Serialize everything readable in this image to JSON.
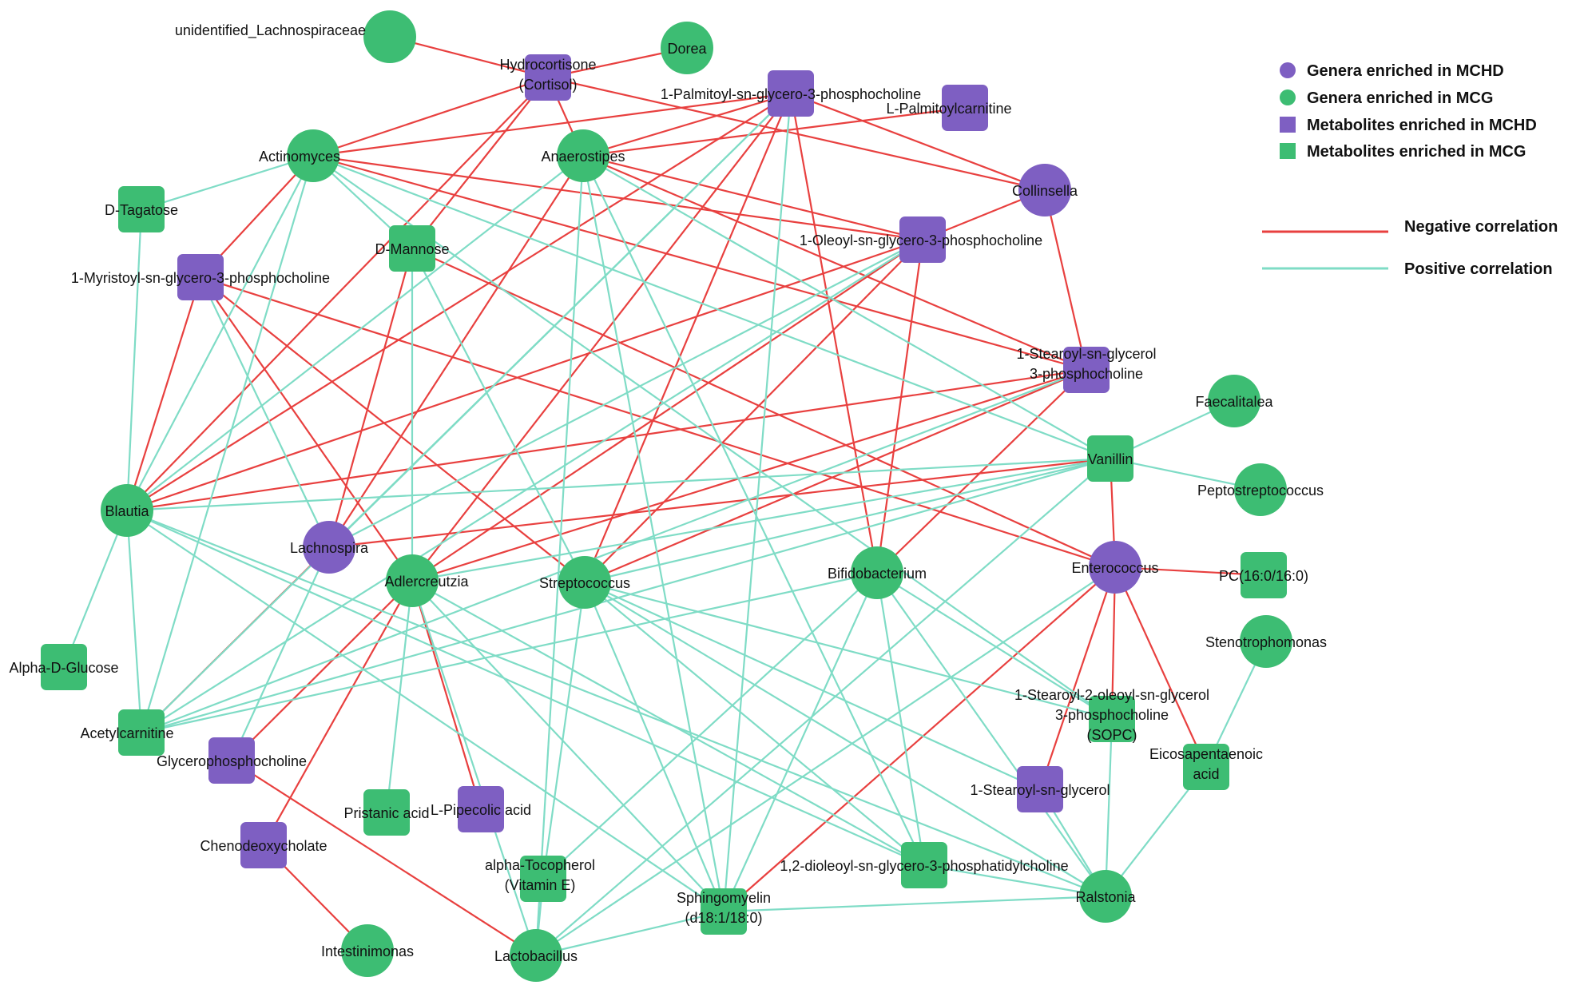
{
  "colors": {
    "genus_mchd": "#7e5fc2",
    "genus_mcg": "#3dbd73",
    "metab_mchd": "#7e5fc2",
    "metab_mcg": "#3dbd73",
    "negative": "#e8403f",
    "positive": "#7fdcc6",
    "background": "#ffffff"
  },
  "legend": {
    "genus_mchd": "Genera enriched in MCHD",
    "genus_mcg": "Genera enriched in MCG",
    "metab_mchd": "Metabolites enriched in MCHD",
    "metab_mcg": "Metabolites enriched in MCG",
    "negative": "Negative correlation",
    "positive": "Positive correlation"
  },
  "nodes": [
    {
      "id": "unident",
      "label": [
        "unidentified_Lachnospiraceae"
      ],
      "kind": "genus",
      "group": "mcg"
    },
    {
      "id": "dorea",
      "label": [
        "Dorea"
      ],
      "kind": "genus",
      "group": "mcg"
    },
    {
      "id": "cortisol",
      "label": [
        "Hydrocortisone",
        "(Cortisol)"
      ],
      "kind": "metabolite",
      "group": "mchd"
    },
    {
      "id": "palmpc",
      "label": [
        "1-Palmitoyl-sn-glycero-3-phosphocholine"
      ],
      "kind": "metabolite",
      "group": "mchd"
    },
    {
      "id": "lpalm",
      "label": [
        "L-Palmitoylcarnitine"
      ],
      "kind": "metabolite",
      "group": "mchd"
    },
    {
      "id": "actino",
      "label": [
        "Actinomyces"
      ],
      "kind": "genus",
      "group": "mcg"
    },
    {
      "id": "anaero",
      "label": [
        "Anaerostipes"
      ],
      "kind": "genus",
      "group": "mcg"
    },
    {
      "id": "collin",
      "label": [
        "Collinsella"
      ],
      "kind": "genus",
      "group": "mchd"
    },
    {
      "id": "dtag",
      "label": [
        "D-Tagatose"
      ],
      "kind": "metabolite",
      "group": "mcg"
    },
    {
      "id": "dman",
      "label": [
        "D-Mannose"
      ],
      "kind": "metabolite",
      "group": "mcg"
    },
    {
      "id": "oleopc",
      "label": [
        "1-Oleoyl-sn-glycero-3-phosphocholine"
      ],
      "kind": "metabolite",
      "group": "mchd"
    },
    {
      "id": "myripc",
      "label": [
        "1-Myristoyl-sn-glycero-3-phosphocholine"
      ],
      "kind": "metabolite",
      "group": "mchd"
    },
    {
      "id": "stearpc",
      "label": [
        "1-Stearoyl-sn-glycerol",
        "3-phosphocholine"
      ],
      "kind": "metabolite",
      "group": "mchd"
    },
    {
      "id": "faecal",
      "label": [
        "Faecalitalea"
      ],
      "kind": "genus",
      "group": "mcg"
    },
    {
      "id": "vanil",
      "label": [
        "Vanillin"
      ],
      "kind": "metabolite",
      "group": "mcg"
    },
    {
      "id": "pepto",
      "label": [
        "Peptostreptococcus"
      ],
      "kind": "genus",
      "group": "mcg"
    },
    {
      "id": "blautia",
      "label": [
        "Blautia"
      ],
      "kind": "genus",
      "group": "mcg"
    },
    {
      "id": "lachno",
      "label": [
        "Lachnospira"
      ],
      "kind": "genus",
      "group": "mchd"
    },
    {
      "id": "adler",
      "label": [
        "Adlercreutzia"
      ],
      "kind": "genus",
      "group": "mcg"
    },
    {
      "id": "strep",
      "label": [
        "Streptococcus"
      ],
      "kind": "genus",
      "group": "mcg"
    },
    {
      "id": "bifido",
      "label": [
        "Bifidobacterium"
      ],
      "kind": "genus",
      "group": "mcg"
    },
    {
      "id": "entero",
      "label": [
        "Enterococcus"
      ],
      "kind": "genus",
      "group": "mchd"
    },
    {
      "id": "pc16",
      "label": [
        "PC(16:0/16:0)"
      ],
      "kind": "metabolite",
      "group": "mcg"
    },
    {
      "id": "stenot",
      "label": [
        "Stenotrophomonas"
      ],
      "kind": "genus",
      "group": "mcg"
    },
    {
      "id": "adglu",
      "label": [
        "Alpha-D-Glucose"
      ],
      "kind": "metabolite",
      "group": "mcg"
    },
    {
      "id": "acetyl",
      "label": [
        "Acetylcarnitine"
      ],
      "kind": "metabolite",
      "group": "mcg"
    },
    {
      "id": "glyc",
      "label": [
        "Glycerophosphocholine"
      ],
      "kind": "metabolite",
      "group": "mchd"
    },
    {
      "id": "sopc",
      "label": [
        "1-Stearoyl-2-oleoyl-sn-glycerol",
        "3-phosphocholine",
        "(SOPC)"
      ],
      "kind": "metabolite",
      "group": "mcg"
    },
    {
      "id": "epa",
      "label": [
        "Eicosapentaenoic",
        "acid"
      ],
      "kind": "metabolite",
      "group": "mcg"
    },
    {
      "id": "prist",
      "label": [
        "Pristanic acid"
      ],
      "kind": "metabolite",
      "group": "mcg"
    },
    {
      "id": "pipec",
      "label": [
        "L-Pipecolic acid"
      ],
      "kind": "metabolite",
      "group": "mchd"
    },
    {
      "id": "stsg",
      "label": [
        "1-Stearoyl-sn-glycerol"
      ],
      "kind": "metabolite",
      "group": "mchd"
    },
    {
      "id": "cheno",
      "label": [
        "Chenodeoxycholate"
      ],
      "kind": "metabolite",
      "group": "mchd"
    },
    {
      "id": "dopc",
      "label": [
        "1,2-dioleoyl-sn-glycero-3-phosphatidylcholine"
      ],
      "kind": "metabolite",
      "group": "mcg"
    },
    {
      "id": "toco",
      "label": [
        "alpha-Tocopherol",
        "(Vitamin E)"
      ],
      "kind": "metabolite",
      "group": "mcg"
    },
    {
      "id": "sphing",
      "label": [
        "Sphingomyelin",
        "(d18:1/18:0)"
      ],
      "kind": "metabolite",
      "group": "mcg"
    },
    {
      "id": "ralst",
      "label": [
        "Ralstonia"
      ],
      "kind": "genus",
      "group": "mcg"
    },
    {
      "id": "intest",
      "label": [
        "Intestinimonas"
      ],
      "kind": "genus",
      "group": "mcg"
    },
    {
      "id": "lacto",
      "label": [
        "Lactobacillus"
      ],
      "kind": "genus",
      "group": "mcg"
    }
  ],
  "edges": [
    {
      "s": "unident",
      "t": "cortisol",
      "sign": "neg"
    },
    {
      "s": "dorea",
      "t": "cortisol",
      "sign": "neg"
    },
    {
      "s": "cortisol",
      "t": "actino",
      "sign": "neg"
    },
    {
      "s": "cortisol",
      "t": "anaero",
      "sign": "neg"
    },
    {
      "s": "cortisol",
      "t": "collin",
      "sign": "neg"
    },
    {
      "s": "cortisol",
      "t": "dman",
      "sign": "neg"
    },
    {
      "s": "cortisol",
      "t": "blautia",
      "sign": "neg"
    },
    {
      "s": "palmpc",
      "t": "actino",
      "sign": "neg"
    },
    {
      "s": "palmpc",
      "t": "anaero",
      "sign": "neg"
    },
    {
      "s": "palmpc",
      "t": "collin",
      "sign": "neg"
    },
    {
      "s": "palmpc",
      "t": "adler",
      "sign": "neg"
    },
    {
      "s": "palmpc",
      "t": "strep",
      "sign": "neg"
    },
    {
      "s": "palmpc",
      "t": "bifido",
      "sign": "neg"
    },
    {
      "s": "palmpc",
      "t": "blautia",
      "sign": "neg"
    },
    {
      "s": "lpalm",
      "t": "anaero",
      "sign": "neg"
    },
    {
      "s": "actino",
      "t": "myripc",
      "sign": "neg"
    },
    {
      "s": "actino",
      "t": "oleopc",
      "sign": "neg"
    },
    {
      "s": "actino",
      "t": "stearpc",
      "sign": "neg"
    },
    {
      "s": "anaero",
      "t": "oleopc",
      "sign": "neg"
    },
    {
      "s": "anaero",
      "t": "stearpc",
      "sign": "neg"
    },
    {
      "s": "anaero",
      "t": "lachno",
      "sign": "neg"
    },
    {
      "s": "collin",
      "t": "oleopc",
      "sign": "neg"
    },
    {
      "s": "collin",
      "t": "stearpc",
      "sign": "neg"
    },
    {
      "s": "oleopc",
      "t": "blautia",
      "sign": "neg"
    },
    {
      "s": "oleopc",
      "t": "strep",
      "sign": "neg"
    },
    {
      "s": "oleopc",
      "t": "bifido",
      "sign": "neg"
    },
    {
      "s": "oleopc",
      "t": "adler",
      "sign": "neg"
    },
    {
      "s": "myripc",
      "t": "blautia",
      "sign": "neg"
    },
    {
      "s": "myripc",
      "t": "adler",
      "sign": "neg"
    },
    {
      "s": "myripc",
      "t": "strep",
      "sign": "neg"
    },
    {
      "s": "myripc",
      "t": "entero",
      "sign": "neg"
    },
    {
      "s": "dman",
      "t": "lachno",
      "sign": "neg"
    },
    {
      "s": "dman",
      "t": "entero",
      "sign": "neg"
    },
    {
      "s": "stearpc",
      "t": "blautia",
      "sign": "neg"
    },
    {
      "s": "stearpc",
      "t": "adler",
      "sign": "neg"
    },
    {
      "s": "stearpc",
      "t": "strep",
      "sign": "neg"
    },
    {
      "s": "stearpc",
      "t": "bifido",
      "sign": "neg"
    },
    {
      "s": "vanil",
      "t": "entero",
      "sign": "neg"
    },
    {
      "s": "vanil",
      "t": "lachno",
      "sign": "neg"
    },
    {
      "s": "entero",
      "t": "pc16",
      "sign": "neg"
    },
    {
      "s": "entero",
      "t": "sopc",
      "sign": "neg"
    },
    {
      "s": "entero",
      "t": "epa",
      "sign": "neg"
    },
    {
      "s": "entero",
      "t": "stsg",
      "sign": "neg"
    },
    {
      "s": "entero",
      "t": "sphing",
      "sign": "neg"
    },
    {
      "s": "lachno",
      "t": "acetyl",
      "sign": "neg"
    },
    {
      "s": "adler",
      "t": "pipec",
      "sign": "neg"
    },
    {
      "s": "adler",
      "t": "glyc",
      "sign": "neg"
    },
    {
      "s": "adler",
      "t": "cheno",
      "sign": "neg"
    },
    {
      "s": "glyc",
      "t": "lacto",
      "sign": "neg"
    },
    {
      "s": "cheno",
      "t": "intest",
      "sign": "neg"
    },
    {
      "s": "actino",
      "t": "dtag",
      "sign": "pos"
    },
    {
      "s": "actino",
      "t": "dman",
      "sign": "pos"
    },
    {
      "s": "actino",
      "t": "vanil",
      "sign": "pos"
    },
    {
      "s": "actino",
      "t": "blautia",
      "sign": "pos"
    },
    {
      "s": "actino",
      "t": "acetyl",
      "sign": "pos"
    },
    {
      "s": "dtag",
      "t": "blautia",
      "sign": "pos"
    },
    {
      "s": "anaero",
      "t": "vanil",
      "sign": "pos"
    },
    {
      "s": "anaero",
      "t": "sphing",
      "sign": "pos"
    },
    {
      "s": "anaero",
      "t": "dopc",
      "sign": "pos"
    },
    {
      "s": "anaero",
      "t": "blautia",
      "sign": "pos"
    },
    {
      "s": "anaero",
      "t": "lacto",
      "sign": "pos"
    },
    {
      "s": "palmpc",
      "t": "lachno",
      "sign": "pos"
    },
    {
      "s": "palmpc",
      "t": "acetyl",
      "sign": "pos"
    },
    {
      "s": "palmpc",
      "t": "sphing",
      "sign": "pos"
    },
    {
      "s": "dman",
      "t": "adler",
      "sign": "pos"
    },
    {
      "s": "dman",
      "t": "strep",
      "sign": "pos"
    },
    {
      "s": "myripc",
      "t": "lachno",
      "sign": "pos"
    },
    {
      "s": "vanil",
      "t": "faecal",
      "sign": "pos"
    },
    {
      "s": "vanil",
      "t": "pepto",
      "sign": "pos"
    },
    {
      "s": "vanil",
      "t": "blautia",
      "sign": "pos"
    },
    {
      "s": "vanil",
      "t": "adler",
      "sign": "pos"
    },
    {
      "s": "vanil",
      "t": "strep",
      "sign": "pos"
    },
    {
      "s": "vanil",
      "t": "acetyl",
      "sign": "pos"
    },
    {
      "s": "vanil",
      "t": "lacto",
      "sign": "pos"
    },
    {
      "s": "blautia",
      "t": "adglu",
      "sign": "pos"
    },
    {
      "s": "blautia",
      "t": "acetyl",
      "sign": "pos"
    },
    {
      "s": "blautia",
      "t": "sphing",
      "sign": "pos"
    },
    {
      "s": "blautia",
      "t": "dopc",
      "sign": "pos"
    },
    {
      "s": "blautia",
      "t": "ralst",
      "sign": "pos"
    },
    {
      "s": "lachno",
      "t": "glyc",
      "sign": "pos"
    },
    {
      "s": "adler",
      "t": "prist",
      "sign": "pos"
    },
    {
      "s": "adler",
      "t": "lacto",
      "sign": "pos"
    },
    {
      "s": "adler",
      "t": "dopc",
      "sign": "pos"
    },
    {
      "s": "adler",
      "t": "sphing",
      "sign": "pos"
    },
    {
      "s": "strep",
      "t": "toco",
      "sign": "pos"
    },
    {
      "s": "strep",
      "t": "sphing",
      "sign": "pos"
    },
    {
      "s": "strep",
      "t": "dopc",
      "sign": "pos"
    },
    {
      "s": "strep",
      "t": "sopc",
      "sign": "pos"
    },
    {
      "s": "strep",
      "t": "stsg",
      "sign": "pos"
    },
    {
      "s": "strep",
      "t": "ralst",
      "sign": "pos"
    },
    {
      "s": "bifido",
      "t": "toco",
      "sign": "pos"
    },
    {
      "s": "bifido",
      "t": "dopc",
      "sign": "pos"
    },
    {
      "s": "bifido",
      "t": "sopc",
      "sign": "pos"
    },
    {
      "s": "bifido",
      "t": "ralst",
      "sign": "pos"
    },
    {
      "s": "bifido",
      "t": "acetyl",
      "sign": "pos"
    },
    {
      "s": "bifido",
      "t": "sphing",
      "sign": "pos"
    },
    {
      "s": "entero",
      "t": "lacto",
      "sign": "pos"
    },
    {
      "s": "sopc",
      "t": "ralst",
      "sign": "pos"
    },
    {
      "s": "stsg",
      "t": "ralst",
      "sign": "pos"
    },
    {
      "s": "epa",
      "t": "ralst",
      "sign": "pos"
    },
    {
      "s": "epa",
      "t": "stenot",
      "sign": "pos"
    },
    {
      "s": "dopc",
      "t": "ralst",
      "sign": "pos"
    },
    {
      "s": "sphing",
      "t": "ralst",
      "sign": "pos"
    },
    {
      "s": "sphing",
      "t": "lacto",
      "sign": "pos"
    },
    {
      "s": "toco",
      "t": "lacto",
      "sign": "pos"
    },
    {
      "s": "oleopc",
      "t": "acetyl",
      "sign": "pos"
    },
    {
      "s": "oleopc",
      "t": "lachno",
      "sign": "pos"
    },
    {
      "s": "stearpc",
      "t": "acetyl",
      "sign": "pos"
    },
    {
      "s": "actino",
      "t": "sopc",
      "sign": "pos"
    }
  ]
}
